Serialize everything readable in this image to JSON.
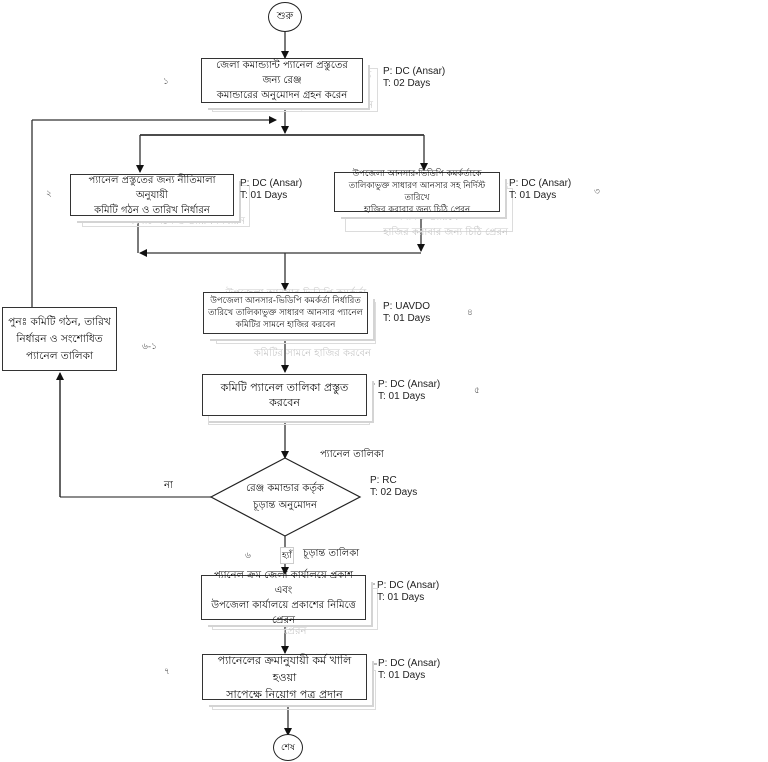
{
  "flowchart": {
    "start": {
      "label": "শুরু"
    },
    "end": {
      "label": "শেষ"
    },
    "steps": [
      {
        "id": "step1",
        "number": "১",
        "text_line1": "জেলা কমান্ড্যান্ট প্যানেল প্রস্তুতের জন্য রেঞ্জ",
        "text_line2": "কমান্ডারের অনুমোদন গ্রহন করেন",
        "person": "P: DC (Ansar)",
        "time": "T: 02 Days"
      },
      {
        "id": "step2",
        "number": "২",
        "text_line1": "প্যানেল প্রস্তুতের জন্য নীতিমালা অনুযায়ী",
        "text_line2": "কমিটি গঠন ও তারিখ নির্ধারন",
        "person": "P: DC (Ansar)",
        "time": "T: 01 Days"
      },
      {
        "id": "step3",
        "number": "৩",
        "text_line1": "উপজেলা আনসার-ভিডিপি কমর্কর্তাকে",
        "text_line2": "তালিকাভুক্ত সাধারণ আনসার সহ নির্দিস্ট তারিখে",
        "text_line3": "হাজির করাবার জন্য চিঠি প্রেরন",
        "person": "P: DC (Ansar)",
        "time": "T: 01 Days"
      },
      {
        "id": "step4",
        "number": "৪",
        "text_line1": "উপজেলা আনসার-ভিডিপি কমর্কর্তা নির্ধারিত",
        "text_line2": "তারিখে তালিকাভুক্ত সাধারণ আনসার প্যানেল",
        "text_line3": "কমিটির সামনে হাজির করবেন",
        "person": "P: UAVDO",
        "time": "T: 01 Days"
      },
      {
        "id": "step5",
        "number": "৫",
        "text_line1": "কমিটি প্যানেল তালিকা প্রস্তুত করবেন",
        "person": "P: DC (Ansar)",
        "time": "T: 01 Days"
      },
      {
        "id": "step6",
        "number": "৬",
        "text_line1": "প্যানেল ক্রম জেলা কার্যালয়ে প্রকাশ এবং",
        "text_line2": "উপজেলা কার্যালয়ে প্রকাশের নিমিত্তে প্রেরন",
        "person": "P: DC (Ansar)",
        "time": "T: 01 Days"
      },
      {
        "id": "step7",
        "number": "৭",
        "text_line1": "প্যানেলের ক্রমানুযায়ী কর্ম খালি হওয়া",
        "text_line2": "সাপেক্ষে নিয়োগ পত্র প্রদান",
        "person": "P: DC (Ansar)",
        "time": "T: 01 Days"
      }
    ],
    "decision": {
      "text_line1": "রেঞ্জ কমান্ডার কর্তৃক",
      "text_line2": "চূড়ান্ত অনুমোদন",
      "person": "P: RC",
      "time": "T: 02 Days",
      "number": "৬"
    },
    "rework": {
      "number": "৬-১",
      "text_line1": "পুনঃ  কমিটি গঠন, তারিখ",
      "text_line2": "নির্ধারন ও সংশোধিত",
      "text_line3": "প্যানেল তালিকা"
    },
    "edge_labels": {
      "panel_list": "প্যানেল তালিকা",
      "no": "না",
      "yes": "হ্যাঁ",
      "final_list": "চূড়ান্ত তালিকা"
    }
  }
}
